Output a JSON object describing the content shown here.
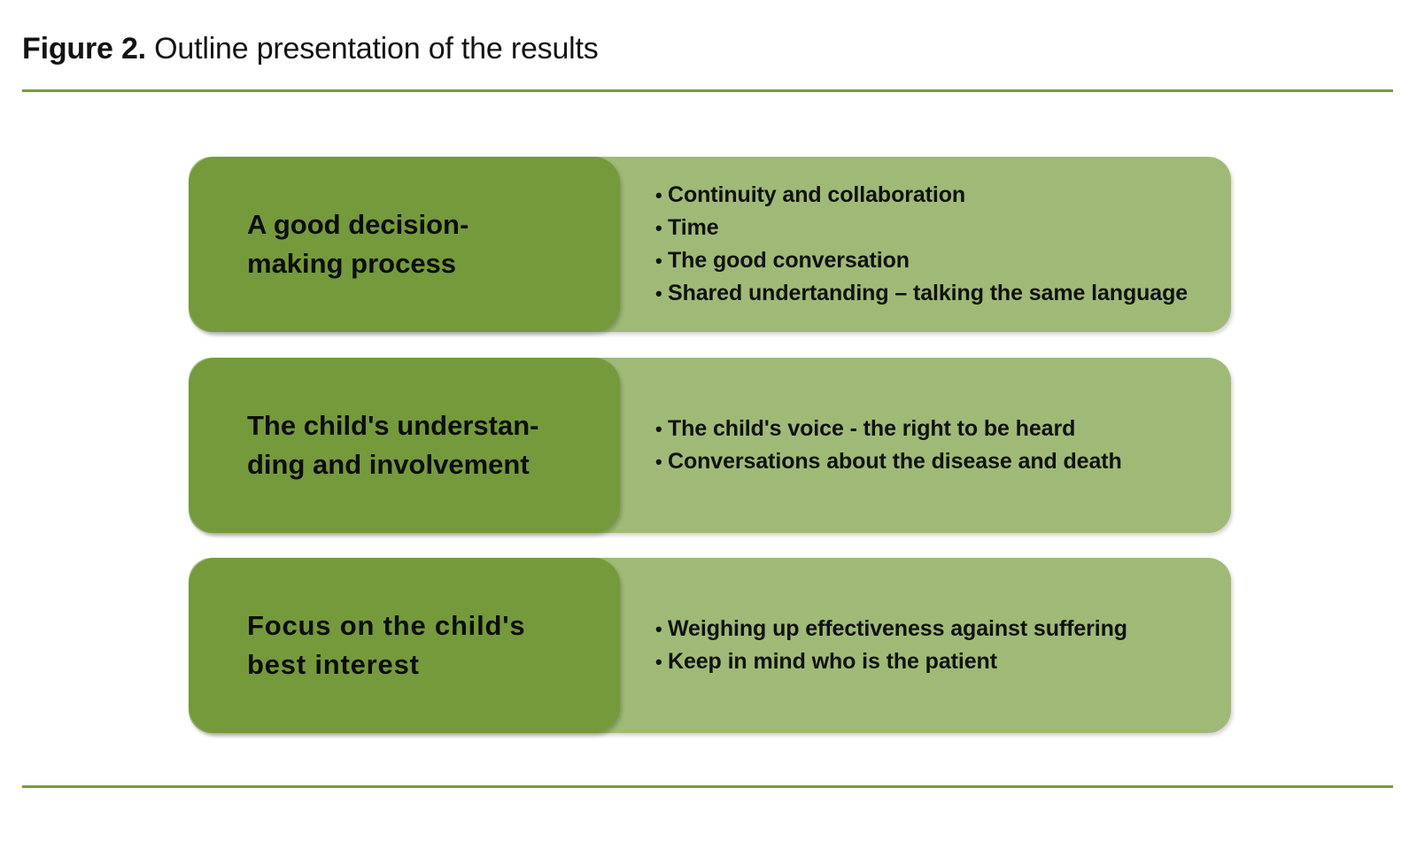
{
  "caption": {
    "label": "Figure 2.",
    "text": " Outline presentation of the results"
  },
  "colors": {
    "theme_panel": "#759a3c",
    "detail_panel": "#9fba76",
    "rule": "#7a9c3f",
    "text": "#111111"
  },
  "bullet_glyph": "•",
  "diagram": {
    "rows": [
      {
        "theme": "A good decision-\nmaking process",
        "details": [
          "Continuity and collaboration",
          "Time",
          "The good conversation",
          "Shared undertanding – talking the same language"
        ]
      },
      {
        "theme": "The child's understan-\nding and involvement",
        "details": [
          "The child's voice - the right to be heard",
          "Conversations about the disease and death"
        ]
      },
      {
        "theme": "Focus on the child's\nbest interest",
        "details": [
          "Weighing up effectiveness against suffering",
          "Keep in mind who is the patient"
        ]
      }
    ]
  }
}
